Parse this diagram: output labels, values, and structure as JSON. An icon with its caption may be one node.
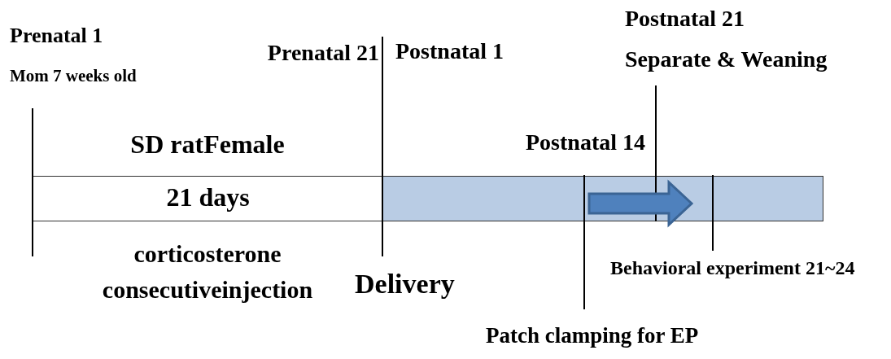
{
  "diagram": {
    "nodes": [
      {
        "text": [
          "21 days"
        ]
      },
      {
        "text": [],
        "shape": "bar"
      }
    ],
    "edges": [],
    "labels": [
      "Prenatal 1",
      "Mom 7 weeks old",
      "Postnatal 21",
      "Separate & Weaning",
      "Prenatal 21",
      "Postnatal 1",
      "SD ratFemale",
      "Postnatal 14",
      "corticosterone consecutiveinjection",
      "Delivery",
      "Behavioral experiment 21~24",
      "Patch clamping for EP"
    ]
  }
}
